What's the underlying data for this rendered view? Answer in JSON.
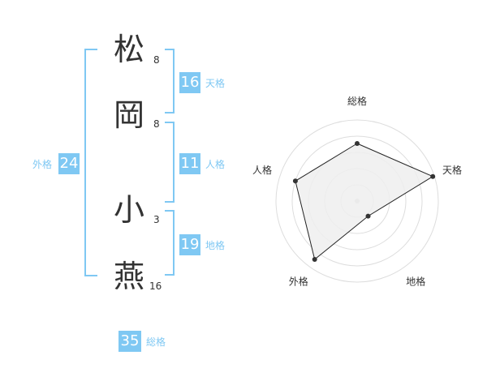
{
  "name": {
    "chars": [
      {
        "char": "松",
        "strokes": "8"
      },
      {
        "char": "岡",
        "strokes": "8"
      },
      {
        "char": "小",
        "strokes": "3"
      },
      {
        "char": "燕",
        "strokes": "16"
      }
    ]
  },
  "fortunes": {
    "tenkaku": {
      "value": "16",
      "label": "天格"
    },
    "jinkaku": {
      "value": "11",
      "label": "人格"
    },
    "chikaku": {
      "value": "19",
      "label": "地格"
    },
    "gaikaku": {
      "value": "24",
      "label": "外格"
    },
    "soukaku": {
      "value": "35",
      "label": "総格"
    }
  },
  "colors": {
    "accent": "#7fc8f3",
    "text": "#333333",
    "grid": "#dddddd",
    "fill": "#eeeeee"
  },
  "chart_data": {
    "type": "radar",
    "axes": [
      "総格",
      "天格",
      "地格",
      "外格",
      "人格"
    ],
    "values": [
      0.71,
      0.98,
      0.23,
      0.89,
      0.8
    ],
    "max": 1,
    "rings": 5
  }
}
